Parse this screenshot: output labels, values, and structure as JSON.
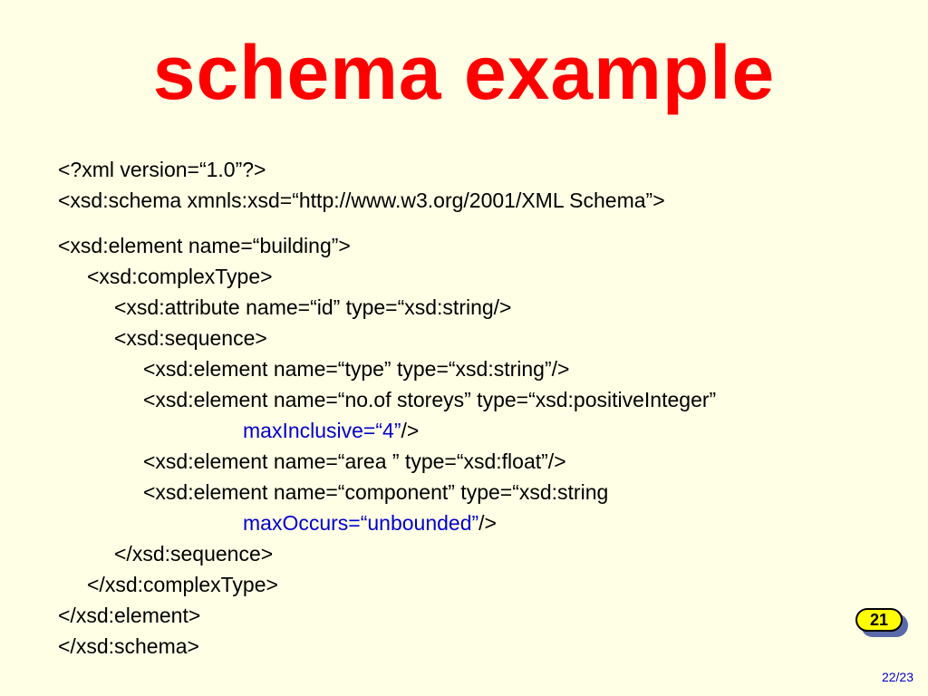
{
  "title": "schema example",
  "code": {
    "line1": "<?xml version=“1.0”?>",
    "line2": "<xsd:schema xmnls:xsd=“http://www.w3.org/2001/XML Schema”>",
    "line3": "<xsd:element name=“building”>",
    "line4": "<xsd:complexType>",
    "line5": "<xsd:attribute name=“id” type=“xsd:string/>",
    "line6": "<xsd:sequence>",
    "line7": "<xsd:element name=“type” type=“xsd:string”/>",
    "line8": "<xsd:element name=“no.of storeys” type=“xsd:positiveInteger”",
    "line9_blue": "maxInclusive=“4”",
    "line9_end": "/>",
    "line10": "<xsd:element name=“area ” type=“xsd:float”/>",
    "line11": "<xsd:element name=“component” type=“xsd:string",
    "line12_blue": "maxOccurs=“unbounded”",
    "line12_end": "/>",
    "line13": "</xsd:sequence>",
    "line14": "</xsd:complexType>",
    "line15": "</xsd:element>",
    "line16": "</xsd:schema>"
  },
  "badge": "21",
  "page_number": "22/23",
  "colors": {
    "background": "#FFFFE6",
    "title": "#FF0000",
    "highlight": "#0000CC",
    "badge": "#FFFF00"
  }
}
